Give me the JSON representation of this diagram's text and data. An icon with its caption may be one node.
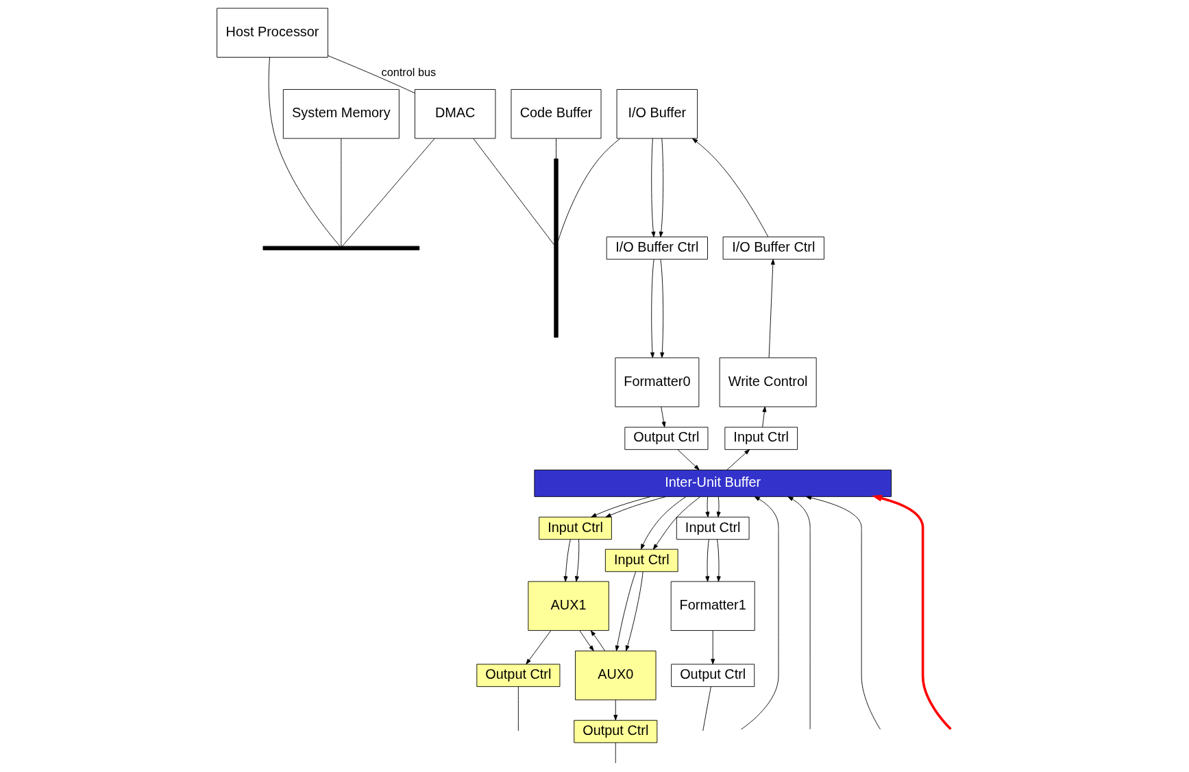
{
  "diagram": {
    "nodes": [
      {
        "text": [
          "Host Processor"
        ]
      },
      {
        "text": [
          "DMAC"
        ]
      },
      {
        "text": [
          "System Memory"
        ]
      },
      {
        "text": [],
        "shape": "bar"
      },
      {
        "text": [],
        "shape": "bar"
      },
      {
        "text": [
          "I/O Buffer"
        ]
      },
      {
        "text": [
          "Code Buffer"
        ]
      },
      {
        "text": [
          "I/O Buffer Ctrl"
        ]
      },
      {
        "text": [
          "Write Control"
        ]
      },
      {
        "text": [
          "Input Ctrl"
        ]
      },
      {
        "text": [
          "I/O Buffer Ctrl"
        ]
      },
      {
        "text": [
          "Formatter0"
        ]
      },
      {
        "text": [
          "Output Ctrl"
        ]
      },
      {
        "text": [
          "Inter-Unit Buffer"
        ]
      },
      {
        "text": [
          "Input Ctrl"
        ]
      },
      {
        "text": [
          "Input Ctrl"
        ]
      },
      {
        "text": [
          "Input Ctrl"
        ]
      },
      {
        "text": [
          "AUX1"
        ]
      },
      {
        "text": [
          "AUX0"
        ]
      },
      {
        "text": [
          "Formatter1"
        ]
      },
      {
        "text": [
          "Output Ctrl"
        ]
      },
      {
        "text": [
          "Output Ctrl"
        ]
      },
      {
        "text": [
          "Output Ctrl"
        ]
      }
    ],
    "edges": [
      {
        "from": 0,
        "to": 1,
        "arrow": "none",
        "label": "control bus"
      },
      {
        "from": 0,
        "to": 3,
        "arrow": "none"
      },
      {
        "from": 1,
        "to": 3,
        "arrow": "none"
      },
      {
        "from": 2,
        "to": 3,
        "arrow": "none"
      },
      {
        "from": 1,
        "to": 4,
        "arrow": "none"
      },
      {
        "from": 5,
        "to": 4,
        "arrow": "none"
      },
      {
        "from": 6,
        "to": 4,
        "arrow": "none"
      },
      {
        "from": 5,
        "to": 10,
        "arrow": "to"
      },
      {
        "from": 5,
        "to": 10,
        "arrow": "to"
      },
      {
        "from": 7,
        "to": 5,
        "arrow": "to"
      },
      {
        "from": 8,
        "to": 7,
        "arrow": "to"
      },
      {
        "from": 9,
        "to": 8,
        "arrow": "to"
      },
      {
        "from": 13,
        "to": 9,
        "arrow": "to"
      },
      {
        "from": 10,
        "to": 11,
        "arrow": "to"
      },
      {
        "from": 10,
        "to": 11,
        "arrow": "to"
      },
      {
        "from": 11,
        "to": 12,
        "arrow": "to"
      },
      {
        "from": 12,
        "to": 13,
        "arrow": "to"
      },
      {
        "from": 13,
        "to": 14,
        "arrow": "to"
      },
      {
        "from": 13,
        "to": 14,
        "arrow": "to"
      },
      {
        "from": 13,
        "to": 15,
        "arrow": "to"
      },
      {
        "from": 13,
        "to": 15,
        "arrow": "to"
      },
      {
        "from": 13,
        "to": 16,
        "arrow": "to"
      },
      {
        "from": 13,
        "to": 16,
        "arrow": "to"
      },
      {
        "from": 14,
        "to": 17,
        "arrow": "to"
      },
      {
        "from": 14,
        "to": 17,
        "arrow": "to"
      },
      {
        "from": 15,
        "to": 18,
        "arrow": "to"
      },
      {
        "from": 15,
        "to": 18,
        "arrow": "to"
      },
      {
        "from": 17,
        "to": 18,
        "arrow": "to"
      },
      {
        "from": 18,
        "to": 17,
        "arrow": "to"
      },
      {
        "from": 17,
        "to": 20,
        "arrow": "to"
      },
      {
        "from": 18,
        "to": 21,
        "arrow": "to"
      },
      {
        "from": 16,
        "to": 19,
        "arrow": "to"
      },
      {
        "from": 16,
        "to": 19,
        "arrow": "to"
      },
      {
        "from": 19,
        "to": 22,
        "arrow": "to"
      },
      {
        "from": 20,
        "to": null,
        "arrow": "none"
      },
      {
        "from": 21,
        "to": null,
        "arrow": "none"
      },
      {
        "from": 22,
        "to": null,
        "arrow": "none"
      },
      {
        "from": null,
        "to": 13,
        "arrow": "to"
      },
      {
        "from": null,
        "to": 13,
        "arrow": "to",
        "style": "thick",
        "color": "#ff0000"
      },
      {
        "from": null,
        "to": 13,
        "arrow": "to"
      },
      {
        "from": null,
        "to": 13,
        "arrow": "to"
      }
    ]
  }
}
